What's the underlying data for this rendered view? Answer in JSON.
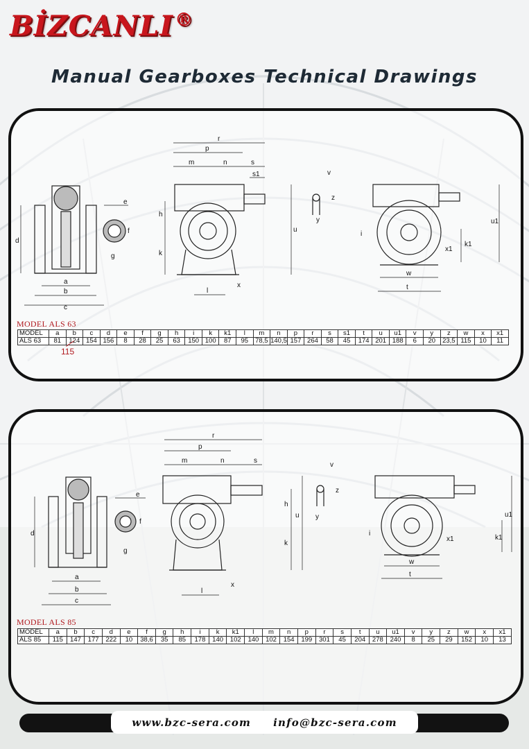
{
  "header": {
    "brand": "BİZCANLI",
    "registered_mark": "®",
    "title": "Manual Gearboxes Technical Drawings"
  },
  "drawing_labels": {
    "a": "a",
    "b": "b",
    "c": "c",
    "d": "d",
    "e": "e",
    "f": "f",
    "g": "g",
    "h": "h",
    "i": "i",
    "k": "k",
    "k1": "k1",
    "l": "l",
    "m": "m",
    "n": "n",
    "p": "p",
    "r": "r",
    "s": "s",
    "s1": "s1",
    "t": "t",
    "u": "u",
    "u1": "u1",
    "v": "v",
    "w": "w",
    "x": "x",
    "x1": "x1",
    "y": "y",
    "z": "z"
  },
  "models": [
    {
      "title": "MODEL ALS 63",
      "columns": [
        "MODEL",
        "a",
        "b",
        "c",
        "d",
        "e",
        "f",
        "g",
        "h",
        "i",
        "k",
        "k1",
        "l",
        "m",
        "n",
        "p",
        "r",
        "s",
        "s1",
        "t",
        "u",
        "u1",
        "v",
        "y",
        "z",
        "w",
        "x",
        "x1"
      ],
      "row": [
        "ALS 63",
        "81",
        "124",
        "154",
        "156",
        "8",
        "28",
        "25",
        "63",
        "150",
        "100",
        "87",
        "95",
        "78,5",
        "140,5",
        "157",
        "264",
        "58",
        "45",
        "174",
        "201",
        "188",
        "6",
        "20",
        "23,5",
        "115",
        "10",
        "11"
      ],
      "correction": "115"
    },
    {
      "title": "MODEL ALS 85",
      "columns": [
        "MODEL",
        "a",
        "b",
        "c",
        "d",
        "e",
        "f",
        "g",
        "h",
        "i",
        "k",
        "k1",
        "l",
        "m",
        "n",
        "p",
        "r",
        "s",
        "t",
        "u",
        "u1",
        "v",
        "y",
        "z",
        "w",
        "x",
        "x1"
      ],
      "row": [
        "ALS 85",
        "115",
        "147",
        "177",
        "222",
        "10",
        "38,6",
        "35",
        "85",
        "178",
        "140",
        "102",
        "140",
        "102",
        "154",
        "199",
        "301",
        "45",
        "204",
        "278",
        "240",
        "8",
        "25",
        "29",
        "152",
        "10",
        "13"
      ]
    }
  ],
  "footer": {
    "website": "www.bzc-sera.com",
    "email": "info@bzc-sera.com"
  }
}
